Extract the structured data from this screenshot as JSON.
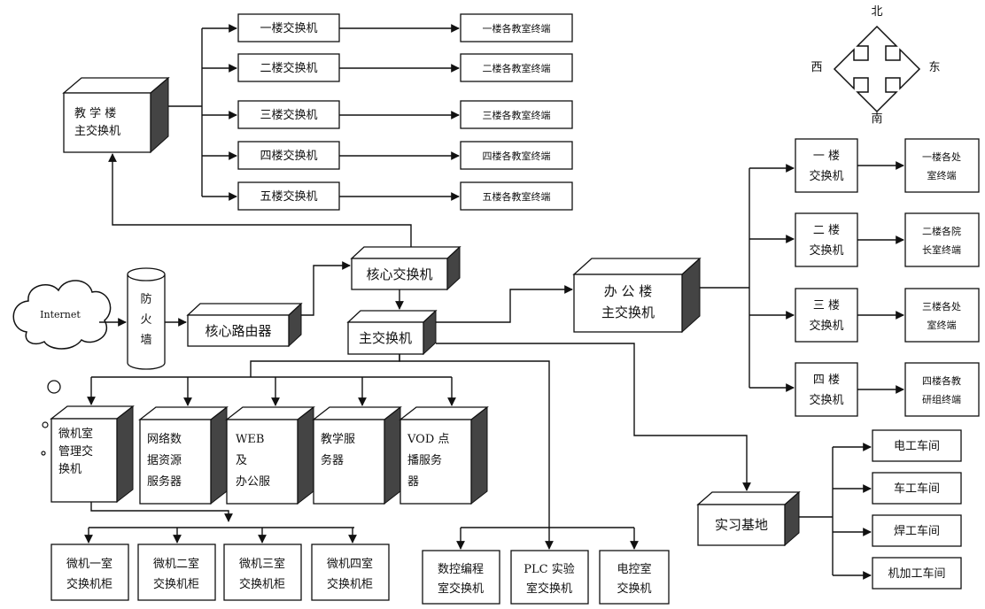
{
  "compass": {
    "north": "北",
    "south": "南",
    "east": "东",
    "west": "西"
  },
  "internet": "Internet",
  "firewall": [
    "防",
    "火",
    "墙"
  ],
  "core_router": "核心路由器",
  "core_switch": "核心交换机",
  "main_switch": "主交换机",
  "teaching_building": {
    "main_switch": [
      "教 学 楼",
      "主交换机"
    ],
    "floor_switches": [
      "一楼交换机",
      "二楼交换机",
      "三楼交换机",
      "四楼交换机",
      "五楼交换机"
    ],
    "floor_terminals": [
      "一楼各教室终端",
      "二楼各教室终端",
      "三楼各教室终端",
      "四楼各教室终端",
      "五楼各教室终端"
    ]
  },
  "office_building": {
    "main_switch": [
      "办 公 楼",
      "主交换机"
    ],
    "floor_switches": [
      [
        "一 楼",
        "交换机"
      ],
      [
        "二 楼",
        "交换机"
      ],
      [
        "三 楼",
        "交换机"
      ],
      [
        "四 楼",
        "交换机"
      ]
    ],
    "floor_terminals": [
      [
        "一楼各处",
        "室终端"
      ],
      [
        "二楼各院",
        "长室终端"
      ],
      [
        "三楼各处",
        "室终端"
      ],
      [
        "四楼各教",
        "研组终端"
      ]
    ]
  },
  "lab_mgmt_switch": [
    "微机室",
    "管理交",
    "换机"
  ],
  "servers": [
    [
      "网络数",
      "据资源",
      "服务器"
    ],
    [
      "WEB",
      "及",
      "办公服"
    ],
    [
      "教学服",
      "务器"
    ],
    [
      "VOD 点",
      "播服务",
      "器"
    ]
  ],
  "lab_cabinets": [
    [
      "微机一室",
      "交换机柜"
    ],
    [
      "微机二室",
      "交换机柜"
    ],
    [
      "微机三室",
      "交换机柜"
    ],
    [
      "微机四室",
      "交换机柜"
    ]
  ],
  "other_switches": [
    [
      "数控编程",
      "室交换机"
    ],
    [
      "PLC 实验",
      "室交换机"
    ],
    [
      "电控室",
      "交换机"
    ]
  ],
  "training_base": "实习基地",
  "workshops": [
    "电工车间",
    "车工车间",
    "焊工车间",
    "机加工车间"
  ]
}
